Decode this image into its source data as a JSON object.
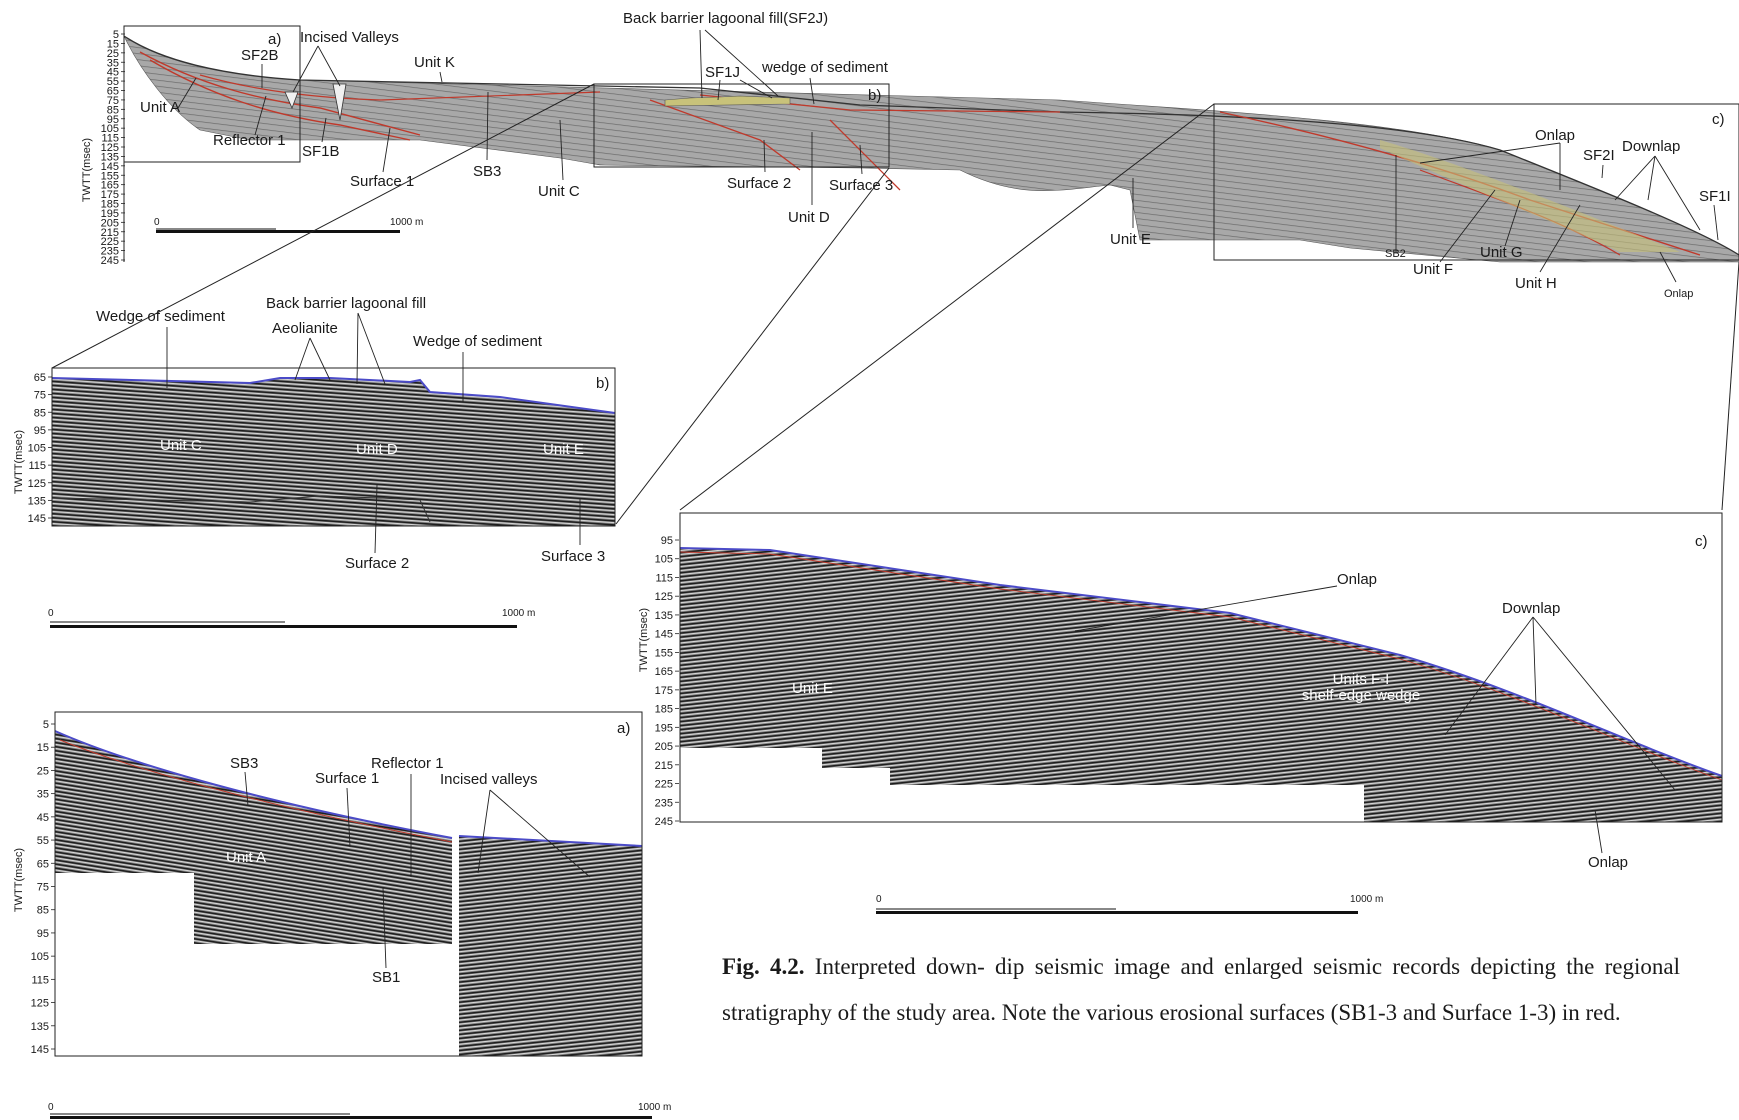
{
  "figure": {
    "panels": {
      "a": "a)",
      "b": "b)",
      "c": "c)"
    },
    "axis_title": "TWTT(msec)",
    "overview": {
      "ticks": [
        "5",
        "15",
        "25",
        "35",
        "45",
        "55",
        "65",
        "75",
        "85",
        "95",
        "105",
        "115",
        "125",
        "135",
        "145",
        "155",
        "165",
        "175",
        "185",
        "195",
        "205",
        "215",
        "225",
        "235",
        "245"
      ],
      "scale": {
        "start": "0",
        "end": "1000 m"
      },
      "labels": {
        "incised_valleys": "Incised Valleys",
        "sf2b": "SF2B",
        "unit_k": "Unit K",
        "unit_a": "Unit A",
        "reflector_1": "Reflector 1",
        "sf1b": "SF1B",
        "surface_1": "Surface 1",
        "sb3": "SB3",
        "unit_c": "Unit C",
        "back_barrier": "Back barrier lagoonal fill(SF2J)",
        "sf1j": "SF1J",
        "wedge": "wedge of sediment",
        "surface_2": "Surface 2",
        "surface_3": "Surface 3",
        "unit_d": "Unit D",
        "unit_e": "Unit E",
        "onlap": "Onlap",
        "sf2i": "SF2I",
        "downlap": "Downlap",
        "sf1i": "SF1I",
        "sb2": "SB2",
        "unit_f": "Unit F",
        "unit_g": "Unit G",
        "unit_h": "Unit H",
        "onlap_2": "Onlap"
      }
    },
    "panel_b": {
      "ticks": [
        "65",
        "75",
        "85",
        "95",
        "105",
        "115",
        "125",
        "135",
        "145"
      ],
      "scale": {
        "start": "0",
        "end": "1000 m"
      },
      "labels": {
        "wedge_left": "Wedge of sediment",
        "aeolianite": "Aeolianite",
        "back_barrier": "Back barrier lagoonal fill",
        "wedge_right": "Wedge of sediment",
        "unit_c": "Unit C",
        "unit_d": "Unit D",
        "unit_e": "Unit E",
        "surface_2": "Surface 2",
        "surface_3": "Surface 3"
      }
    },
    "panel_a": {
      "ticks": [
        "5",
        "15",
        "25",
        "35",
        "45",
        "55",
        "65",
        "75",
        "85",
        "95",
        "105",
        "115",
        "125",
        "135",
        "145"
      ],
      "scale": {
        "start": "0",
        "end": "1000 m"
      },
      "labels": {
        "sb3": "SB3",
        "surface_1": "Surface 1",
        "reflector_1": "Reflector 1",
        "incised_valleys": "Incised valleys",
        "unit_a": "Unit A",
        "sb1": "SB1"
      }
    },
    "panel_c": {
      "ticks": [
        "95",
        "105",
        "115",
        "125",
        "135",
        "145",
        "155",
        "165",
        "175",
        "185",
        "195",
        "205",
        "215",
        "225",
        "235",
        "245"
      ],
      "scale": {
        "start": "0",
        "end": "1000 m"
      },
      "labels": {
        "onlap": "Onlap",
        "downlap": "Downlap",
        "unit_e": "Unit E",
        "units_fi_1": "Units F-I",
        "units_fi_2": "shelf-edge wedge",
        "onlap_bottom": "Onlap"
      }
    }
  },
  "caption": {
    "label": "Fig. 4.2.",
    "text": " Interpreted down- dip seismic image and enlarged seismic records depicting the regional stratigraphy of the study area. Note the various erosional surfaces (SB1-3 and Surface 1-3) in red."
  },
  "colors": {
    "section_fill": "#a9a9a9",
    "seismic_dark": "#1e1e1e",
    "surface_red": "#c0392b",
    "seafloor_blue": "#4b4bc8",
    "lagoon_fill": "#c8c27a"
  }
}
